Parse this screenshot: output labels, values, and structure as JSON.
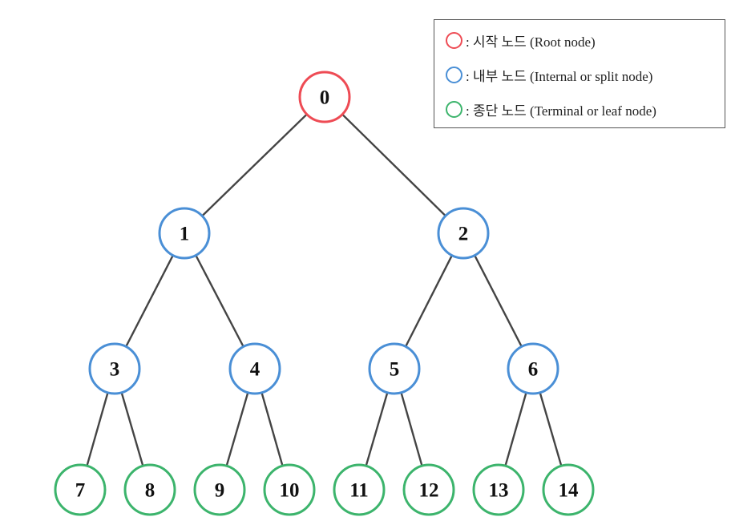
{
  "colors": {
    "root": "#ee4b54",
    "internal": "#4a8fd6",
    "terminal": "#3cb46c",
    "edge": "#444444"
  },
  "nodes": [
    {
      "id": "0",
      "type": "root"
    },
    {
      "id": "1",
      "type": "internal"
    },
    {
      "id": "2",
      "type": "internal"
    },
    {
      "id": "3",
      "type": "internal"
    },
    {
      "id": "4",
      "type": "internal"
    },
    {
      "id": "5",
      "type": "internal"
    },
    {
      "id": "6",
      "type": "internal"
    },
    {
      "id": "7",
      "type": "terminal"
    },
    {
      "id": "8",
      "type": "terminal"
    },
    {
      "id": "9",
      "type": "terminal"
    },
    {
      "id": "10",
      "type": "terminal"
    },
    {
      "id": "11",
      "type": "terminal"
    },
    {
      "id": "12",
      "type": "terminal"
    },
    {
      "id": "13",
      "type": "terminal"
    },
    {
      "id": "14",
      "type": "terminal"
    }
  ],
  "edges": [
    [
      "0",
      "1"
    ],
    [
      "0",
      "2"
    ],
    [
      "1",
      "3"
    ],
    [
      "1",
      "4"
    ],
    [
      "2",
      "5"
    ],
    [
      "2",
      "6"
    ],
    [
      "3",
      "7"
    ],
    [
      "3",
      "8"
    ],
    [
      "4",
      "9"
    ],
    [
      "4",
      "10"
    ],
    [
      "5",
      "11"
    ],
    [
      "5",
      "12"
    ],
    [
      "6",
      "13"
    ],
    [
      "6",
      "14"
    ]
  ],
  "legend": [
    {
      "type": "root",
      "label": ": 시작 노드 (Root node)"
    },
    {
      "type": "internal",
      "label": ": 내부 노드 (Internal or split node)"
    },
    {
      "type": "terminal",
      "label": ": 종단 노드 (Terminal or leaf node)"
    }
  ]
}
